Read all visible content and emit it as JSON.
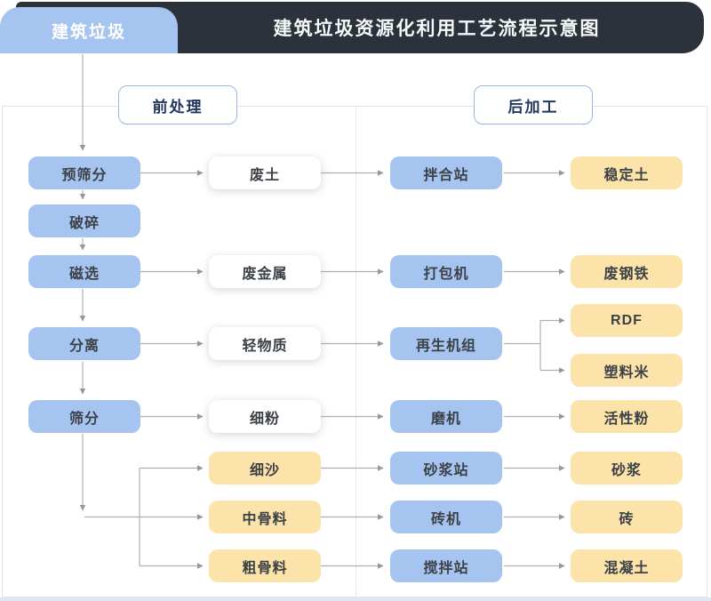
{
  "header": {
    "tab_label": "建筑垃圾",
    "title": "建筑垃圾资源化利用工艺流程示意图"
  },
  "sections": {
    "pre": "前处理",
    "post": "后加工"
  },
  "flow": {
    "pretreatment_steps": [
      "预筛分",
      "破碎",
      "磁选",
      "分离",
      "筛分"
    ],
    "intermediate_materials": [
      "废土",
      "废金属",
      "轻物质",
      "细粉",
      "细沙",
      "中骨料",
      "粗骨料"
    ],
    "processing_units": [
      "拌合站",
      "打包机",
      "再生机组",
      "磨机",
      "砂浆站",
      "砖机",
      "搅拌站"
    ],
    "products": [
      "稳定土",
      "废钢铁",
      "RDF",
      "塑料米",
      "活性粉",
      "砂浆",
      "砖",
      "混凝土"
    ]
  },
  "colors": {
    "header_bg": "#2c323b",
    "primary_blue": "#a6c4f0",
    "accent_yellow": "#fbe3a9",
    "section_label_text": "#24365e",
    "connector": "#aeaeb6"
  }
}
